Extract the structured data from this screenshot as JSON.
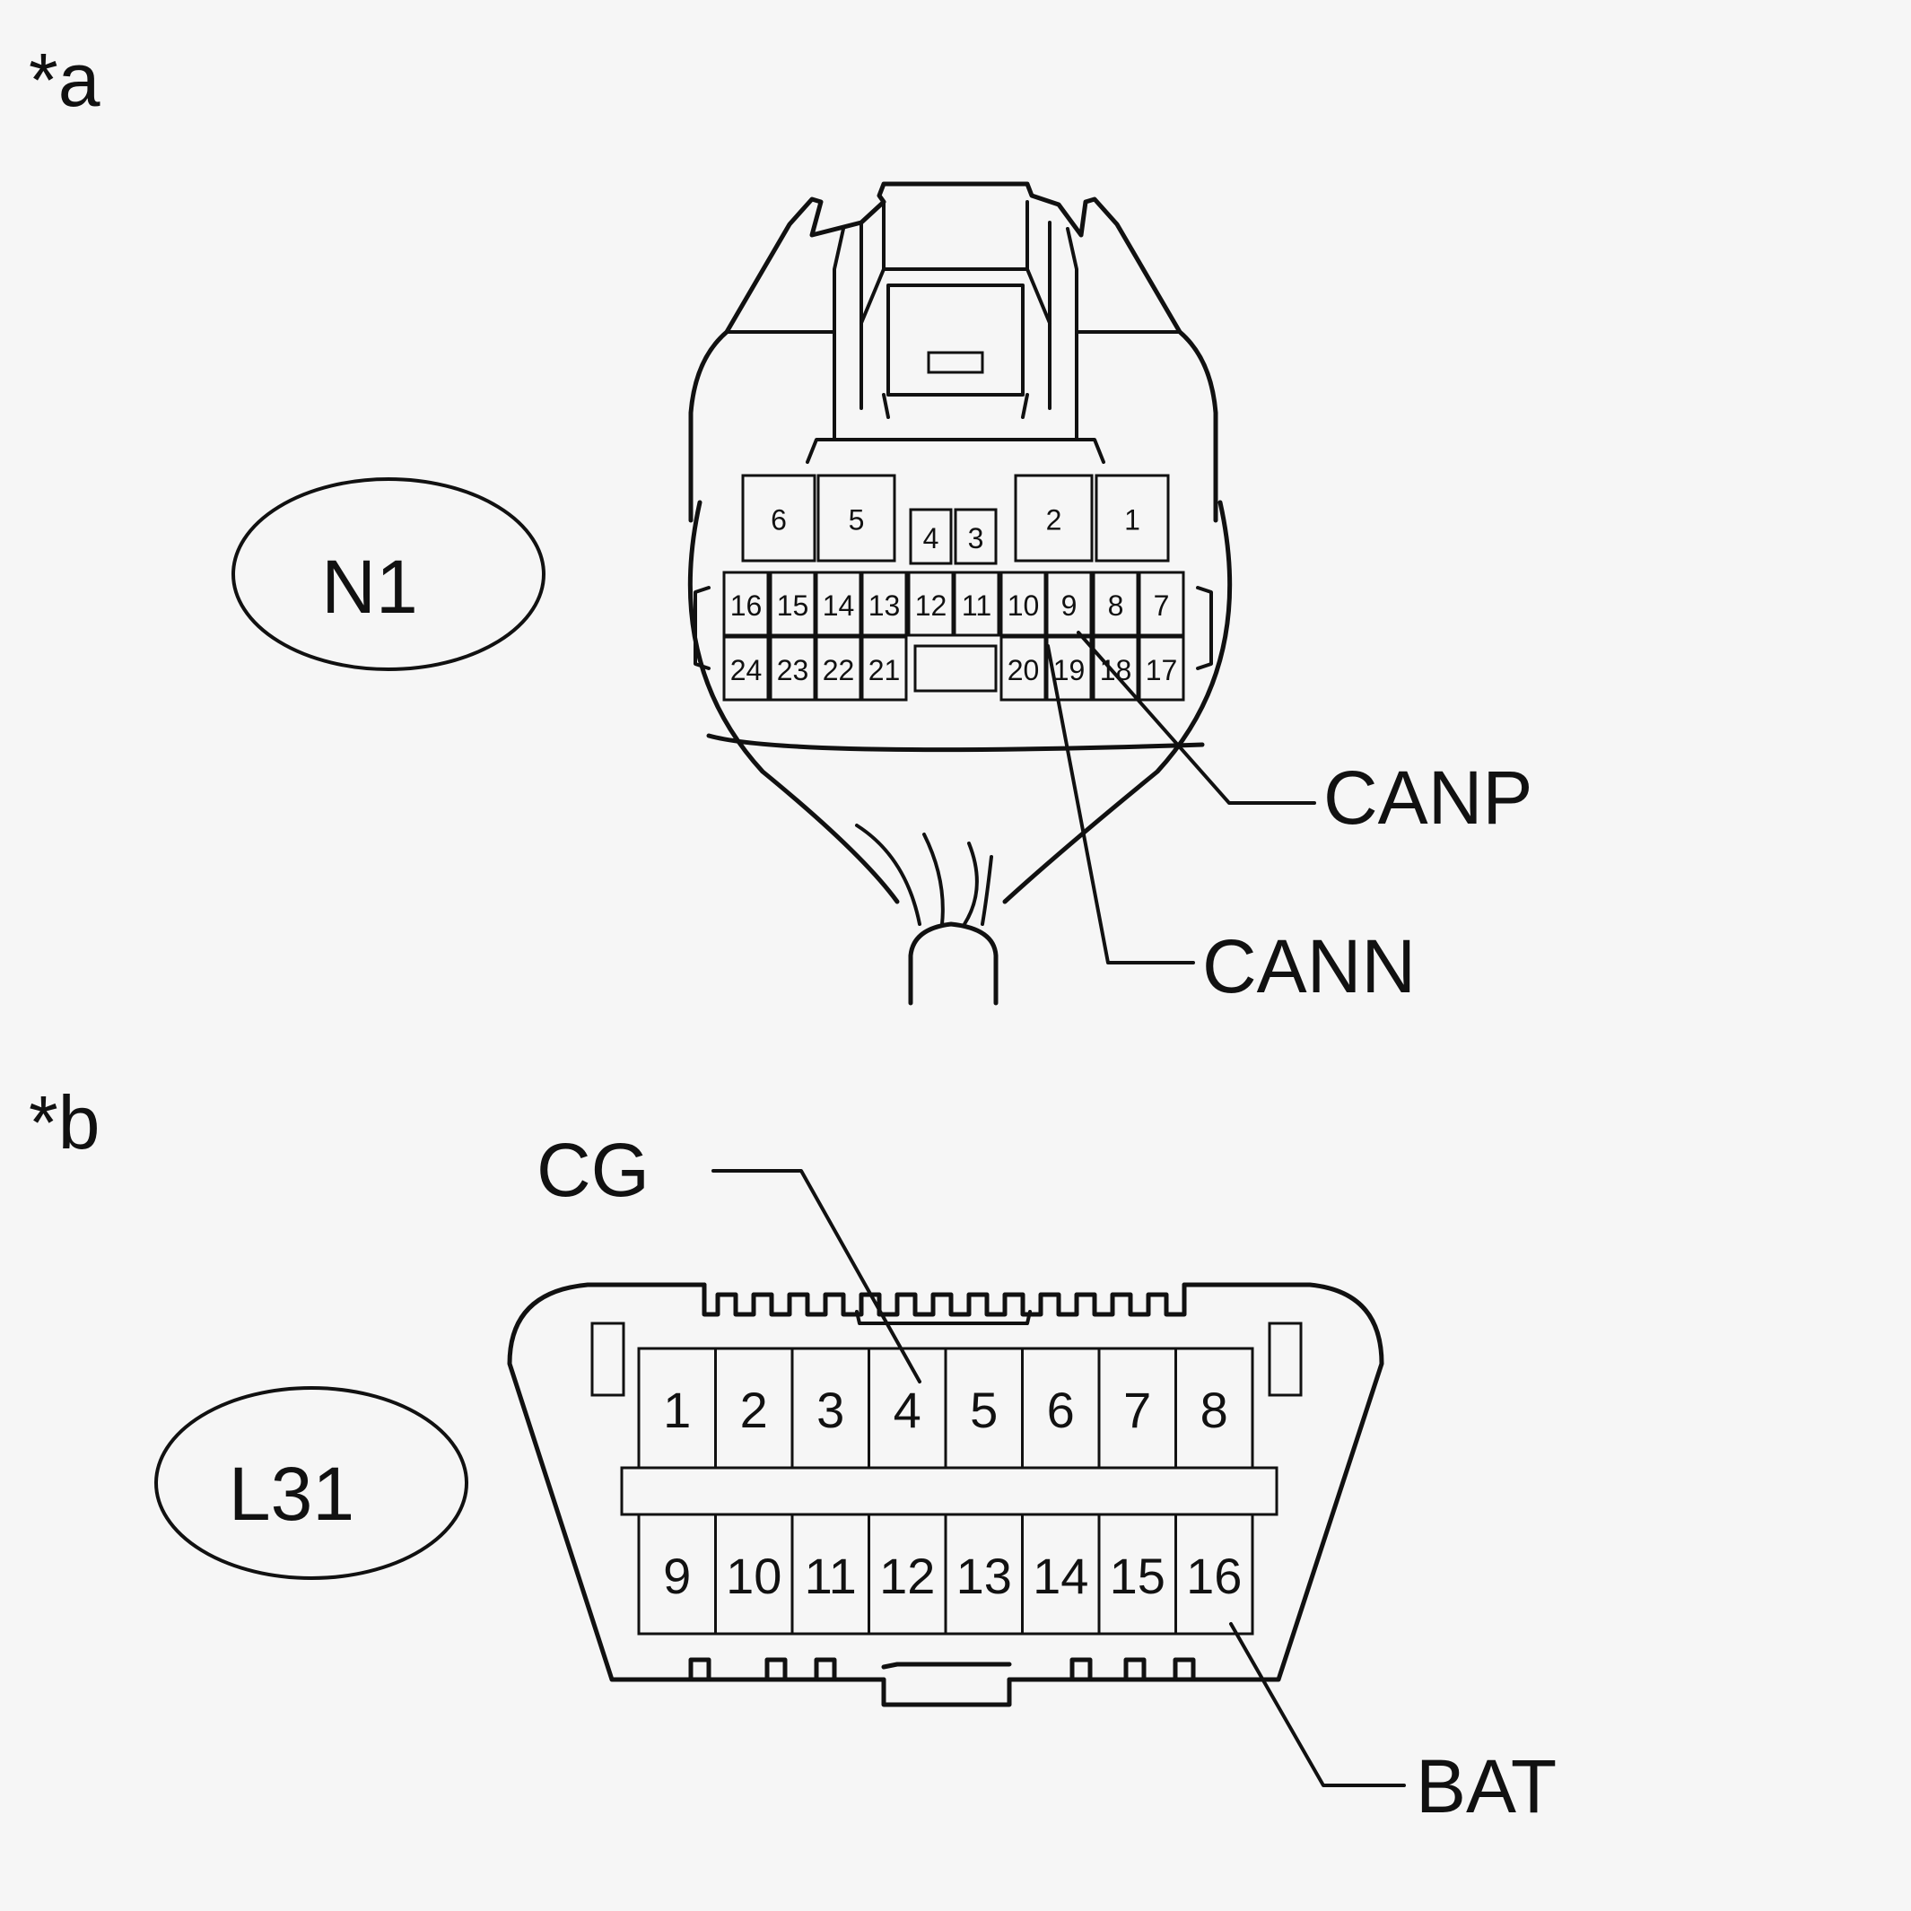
{
  "figure_a": {
    "marker": "*a",
    "connector_id": "N1",
    "pins_top": [
      "6",
      "5",
      "4",
      "3",
      "2",
      "1"
    ],
    "pins_row1": [
      "16",
      "15",
      "14",
      "13",
      "12",
      "11",
      "10",
      "9",
      "8",
      "7"
    ],
    "pins_row2": [
      "24",
      "23",
      "22",
      "21",
      "20",
      "19",
      "18",
      "17"
    ],
    "callouts": [
      "CANP",
      "CANN"
    ]
  },
  "figure_b": {
    "marker": "*b",
    "connector_id": "L31",
    "pins_row1": [
      "1",
      "2",
      "3",
      "4",
      "5",
      "6",
      "7",
      "8"
    ],
    "pins_row2": [
      "9",
      "10",
      "11",
      "12",
      "13",
      "14",
      "15",
      "16"
    ],
    "callouts": [
      "CG",
      "BAT"
    ]
  }
}
